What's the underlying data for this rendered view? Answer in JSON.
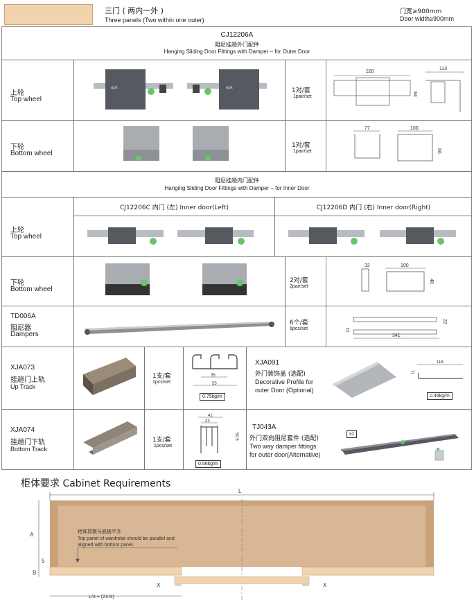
{
  "header": {
    "title_cn": "三门 ( 两内一外 )",
    "title_en": "Three panels (Two within one outer)",
    "width_cn": "门宽≥900mm",
    "width_en": "Door width≥900mm"
  },
  "outer": {
    "code": "CJ12206A",
    "title_cn": "阻尼挂趟外门配件",
    "title_en": "Hanging Sliding Door Fittings with Damper – for Outer Door",
    "top_wheel": {
      "label_cn": "上轮",
      "label_en": "Top wheel",
      "qty_cn": "1对/套",
      "qty_en": "1pair/set",
      "dims": [
        "220",
        "113",
        "84"
      ]
    },
    "bottom_wheel": {
      "label_cn": "下轮",
      "label_en": "Bottom wheel",
      "qty_cn": "1对/套",
      "qty_en": "1pair/set",
      "dims": [
        "77",
        "100",
        "66"
      ]
    }
  },
  "inner": {
    "title_cn": "阻尼挂趟内门配件",
    "title_en": "Hanging Sliding Door Fittings with Damper – for Inner Door",
    "left_head": "CJ12206C  内门 (左)    Inner door(Left)",
    "right_head": "CJ12206D  内门 (右)    Inner door(Right)",
    "top_wheel": {
      "label_cn": "上轮",
      "label_en": "Top wheel"
    },
    "bottom_wheel": {
      "label_cn": "下轮",
      "label_en": "Bottom wheel",
      "qty_cn": "2对/套",
      "qty_en": "2pair/set",
      "dims": [
        "32",
        "100",
        "48"
      ]
    }
  },
  "damper": {
    "code": "TD006A",
    "label_cn": "阻尼器",
    "label_en": "Dampers",
    "qty_cn": "6个/套",
    "qty_en": "6pcs/set",
    "dims": [
      "341",
      "22",
      "11"
    ]
  },
  "up_track": {
    "code": "XJA073",
    "label_cn": "挂趟门上轨",
    "label_en": "Up Track",
    "qty_cn": "1支/套",
    "qty_en": "1pcs/set",
    "dims": [
      "35",
      "55"
    ],
    "weight": "0.75kg/m"
  },
  "deco": {
    "code": "XJA091",
    "label_cn": "外门装饰盖 (选配)",
    "label_en1": "Decorative Profile for",
    "label_en2": "outer Door (Optional)",
    "dims": [
      "118",
      "11"
    ],
    "weight": "0.46kg/m"
  },
  "bottom_track": {
    "code": "XJA074",
    "label_cn": "挂趟门下轨",
    "label_en": "Bottom Track",
    "qty_cn": "1支/套",
    "qty_en": "1pcs/set",
    "dims": [
      "41",
      "23",
      "50.5"
    ],
    "weight": "0.56kg/m"
  },
  "twoway": {
    "code": "TJ043A",
    "label_cn": "外门双向阻尼套件 (选配)",
    "label_en1": "Two way damper fittings",
    "label_en2": "for outer door(Alternative)",
    "mult": "x1"
  },
  "cabinet": {
    "title": "柜体要求  Cabinet Requirements",
    "L": "L",
    "A": "A",
    "B": "B",
    "five": "5",
    "note_cn": "柜体顶板与底板平齐",
    "note_en1": "Top panel of wardrobe should be parallel and",
    "note_en2": "aligned with bottom panel.",
    "x": "X",
    "formula": "L/3 + (2X/3)"
  }
}
